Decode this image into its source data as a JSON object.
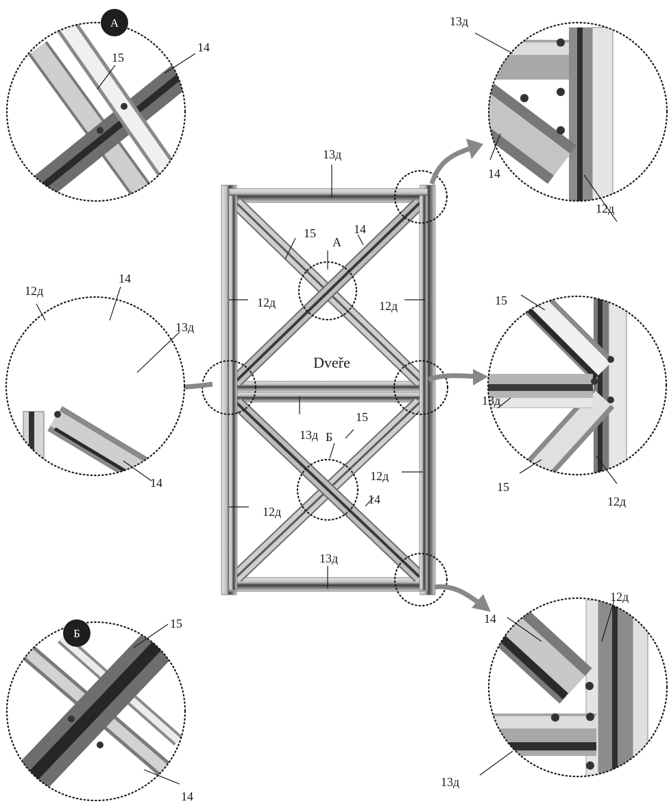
{
  "title": "Dveře",
  "colors": {
    "beam_light": "#d8d8d8",
    "beam_mid": "#a9a9a9",
    "beam_dark": "#4a4a4a",
    "frame_edge": "#6b6b6b",
    "badge": "#1e1e1e",
    "arrow": "#888888"
  },
  "labels": {
    "top": "13д",
    "mid": "13д",
    "bottom": "13д",
    "left_upper": "12д",
    "right_upper": "12д",
    "left_lower": "12д",
    "right_lower": "12д",
    "diag_15_upper": "15",
    "diag_14_upper": "14",
    "diag_15_lower": "15",
    "diag_14_lower": "14",
    "marker_a": "А",
    "marker_b": "Б"
  },
  "details": {
    "a": {
      "badge": "А",
      "l15": "15",
      "l14": "14"
    },
    "top_right": {
      "l13": "13д",
      "l14": "14",
      "l12": "12д"
    },
    "left": {
      "l12": "12д",
      "l14_top": "14",
      "l13": "13д",
      "l14_bottom": "14"
    },
    "right": {
      "l15_top": "15",
      "l13": "13д",
      "l15_bottom": "15",
      "l12": "12д"
    },
    "b": {
      "badge": "Б",
      "l15": "15",
      "l14": "14"
    },
    "bottom_right": {
      "l14": "14",
      "l12": "12д",
      "l13": "13д"
    }
  }
}
